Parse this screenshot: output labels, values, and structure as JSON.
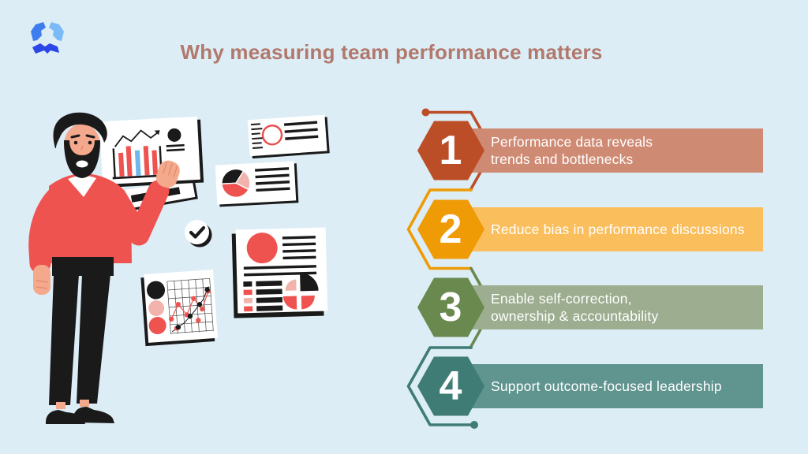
{
  "title": {
    "text": "Why measuring team performance matters",
    "color": "#B1786B"
  },
  "logo": {
    "name": "gear-trefoil-logo",
    "colors": [
      "#3D7DF0",
      "#7ABAF9",
      "#2B47E8"
    ]
  },
  "items": [
    {
      "number": "1",
      "line1": "Performance data reveals",
      "line2": "trends and bottlenecks",
      "hex_color": "#BC4E27",
      "banner_color": "#CF8A73",
      "text_color": "#FFFFFF"
    },
    {
      "number": "2",
      "line1": "Reduce bias in performance discussions",
      "line2": "",
      "hex_color": "#EF9B06",
      "banner_color": "#FBBE5C",
      "text_color": "#FFFFFF"
    },
    {
      "number": "3",
      "line1": "Enable self-correction,",
      "line2": "ownership & accountability",
      "hex_color": "#69894F",
      "banner_color": "#9DAD8F",
      "text_color": "#FFFFFF"
    },
    {
      "number": "4",
      "line1": "Support outcome-focused leadership",
      "line2": "",
      "hex_color": "#3E7C75",
      "banner_color": "#5F948F",
      "text_color": "#FFFFFF"
    }
  ],
  "illustration": {
    "description": "man presenting analytics charts and report cards",
    "palette": {
      "red": "#EF5350",
      "soft_pink": "#F2B3AC",
      "blue": "#6FB7EA",
      "ink": "#1A1A1A",
      "skin": "#F4A98C",
      "card": "#FFFFFF",
      "background": "#DCEDF6"
    }
  }
}
